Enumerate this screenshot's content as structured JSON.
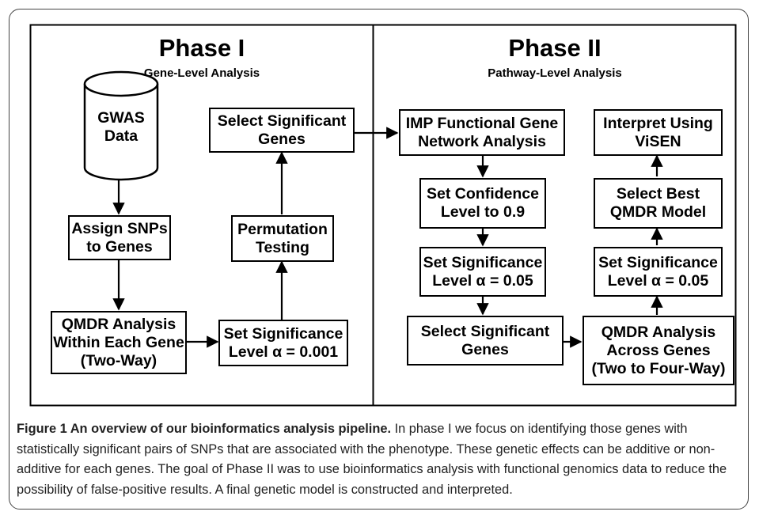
{
  "phase1": {
    "title": "Phase I",
    "subtitle": "Gene-Level Analysis",
    "database": "GWAS\nData",
    "boxes": {
      "assign": "Assign SNPs\nto Genes",
      "qmdr": "QMDR Analysis\nWithin Each Gene\n(Two-Way)",
      "set_sig": "Set Significance\nLevel α = 0.001",
      "perm": "Permutation\nTesting",
      "select": "Select Significant\nGenes"
    }
  },
  "phase2": {
    "title": "Phase II",
    "subtitle": "Pathway-Level Analysis",
    "boxes": {
      "imp": "IMP Functional Gene\nNetwork Analysis",
      "conf": "Set Confidence\nLevel to 0.9",
      "sig_left": "Set Significance\nLevel α = 0.05",
      "select_left": "Select Significant\nGenes",
      "qmdr": "QMDR Analysis\nAcross Genes\n(Two to Four-Way)",
      "sig_right": "Set Significance\nLevel α = 0.05",
      "best": "Select Best\nQMDR Model",
      "interpret": "Interpret Using\nViSEN"
    }
  },
  "caption": {
    "title": "Figure 1 An overview of our bioinformatics analysis pipeline.",
    "text": " In phase I we focus on identifying those genes with statistically significant pairs of SNPs that are associated with the phenotype. These genetic effects can be additive or non-additive for each genes. The goal of Phase II was to use bioinformatics analysis with functional genomics data to reduce the possibility of false-positive results. A final genetic model is constructed and interpreted."
  }
}
